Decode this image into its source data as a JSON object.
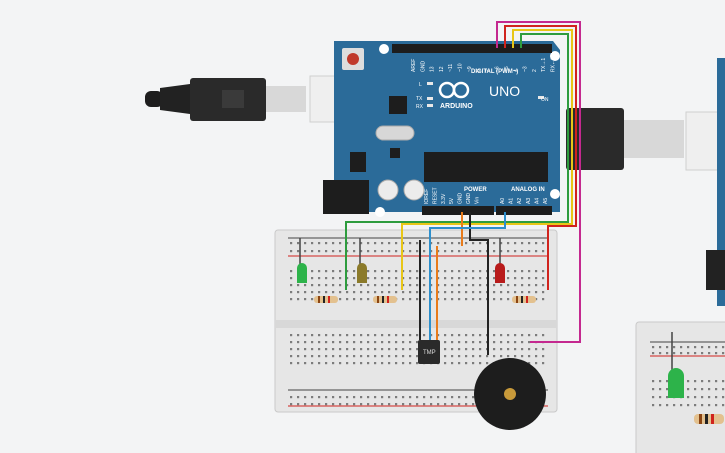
{
  "board": {
    "name": "UNO",
    "brand": "ARDUINO",
    "digital_label": "DIGITAL (PWM~)",
    "power_label": "POWER",
    "analog_label": "ANALOG IN",
    "on_label": "ON",
    "l_label": "L",
    "tx_label": "TX",
    "rx_label": "RX",
    "digital_pins": [
      "AREF",
      "GND",
      "13",
      "12",
      "~11",
      "~10",
      "~9",
      "8",
      "7",
      "~6",
      "~5",
      "4",
      "~3",
      "2",
      "TX→1",
      "RX←0"
    ],
    "power_pins": [
      "IOREF",
      "RESET",
      "3.3V",
      "5V",
      "GND",
      "GND",
      "Vin"
    ],
    "analog_pins": [
      "A0",
      "A1",
      "A2",
      "A3",
      "A4",
      "A5"
    ]
  },
  "sensor": {
    "label": "TMP"
  },
  "colors": {
    "board": "#2b6b99",
    "breadboard": "#e6e6e6",
    "wire_magenta": "#c4288f",
    "wire_red": "#d0231d",
    "wire_yellow": "#e8c617",
    "wire_green": "#2e9c3e",
    "wire_orange": "#e87b1b",
    "wire_blue": "#2d8fcc",
    "wire_black": "#222222",
    "led_green": "#2db34a",
    "led_olive": "#8b7a2a",
    "led_red": "#b81b1b"
  }
}
